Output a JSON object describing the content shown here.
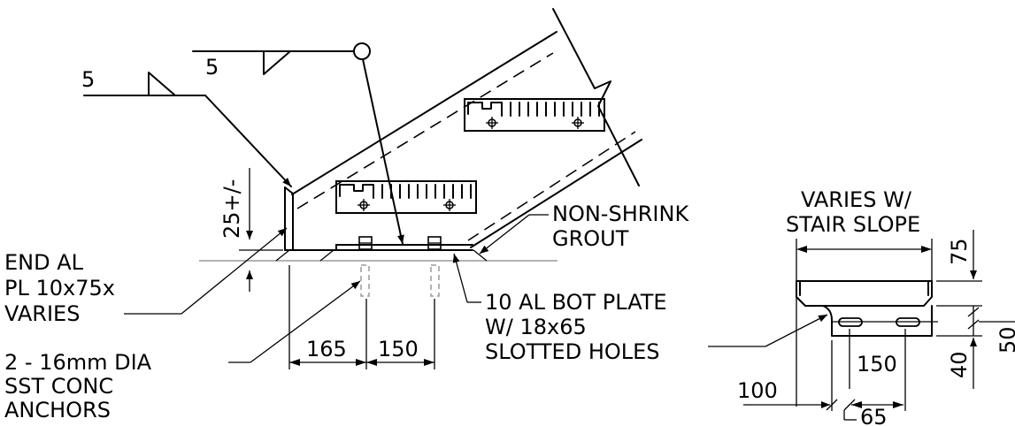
{
  "weld": {
    "left_size": "5",
    "top_size": "5"
  },
  "labels": {
    "end_plate": [
      "END AL",
      "PL 10x75x",
      "VARIES"
    ],
    "grout": [
      "NON-SHRINK",
      "GROUT"
    ],
    "bot_plate": [
      "10 AL BOT PLATE",
      "W/ 18x65",
      "SLOTTED HOLES"
    ],
    "anchors": [
      "2 - 16mm DIA",
      "SST CONC",
      "ANCHORS"
    ],
    "varies": [
      "VARIES W/",
      "STAIR SLOPE"
    ]
  },
  "dims": {
    "gap": "25+/-",
    "d165": "165",
    "d150": "150",
    "r75": "75",
    "r100": "100",
    "r150": "150",
    "r65": "65",
    "r40": "40",
    "r50": "50"
  }
}
